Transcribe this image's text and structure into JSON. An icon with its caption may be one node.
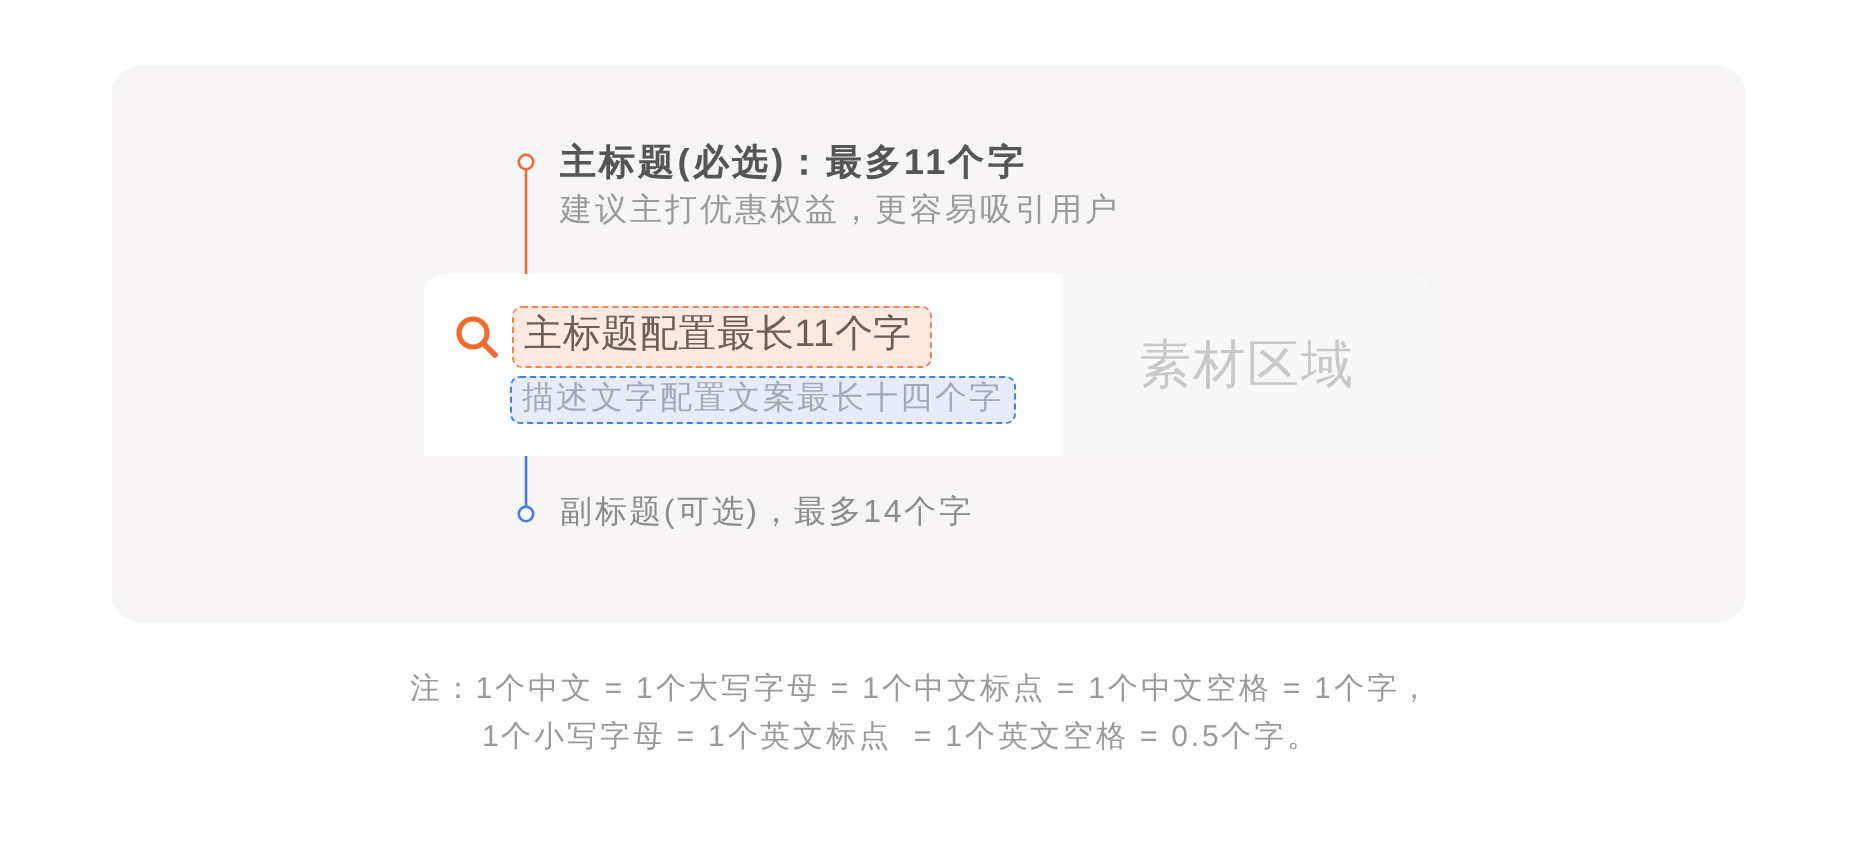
{
  "diagram": {
    "nodes": [
      {
        "text": [
          "主标题(必选)：最多11个字",
          "建议主打优惠权益，更容易吸引用户"
        ]
      },
      {
        "text": [],
        "shape": "box"
      },
      {
        "text": [
          "主标题配置最长11个字"
        ],
        "in": 1
      },
      {
        "text": [
          "描述文字配置文案最长十四个字"
        ],
        "in": 1
      },
      {
        "text": [
          "素材区域"
        ],
        "in": 1
      },
      {
        "text": [
          "副标题(可选)，最多14个字"
        ]
      }
    ],
    "edges": [
      {
        "from": 0,
        "to": 2,
        "arrow": "other",
        "color": "#f26b2e"
      },
      {
        "from": 5,
        "to": 3,
        "arrow": "other",
        "color": "#3d7cf0"
      }
    ],
    "labels": [
      "注：1个中文 = 1个大写字母 = 1个中文标点 = 1个中文空格 = 1个字，",
      "1个小写字母 = 1个英文标点  = 1个英文空格 = 0.5个字。"
    ]
  }
}
